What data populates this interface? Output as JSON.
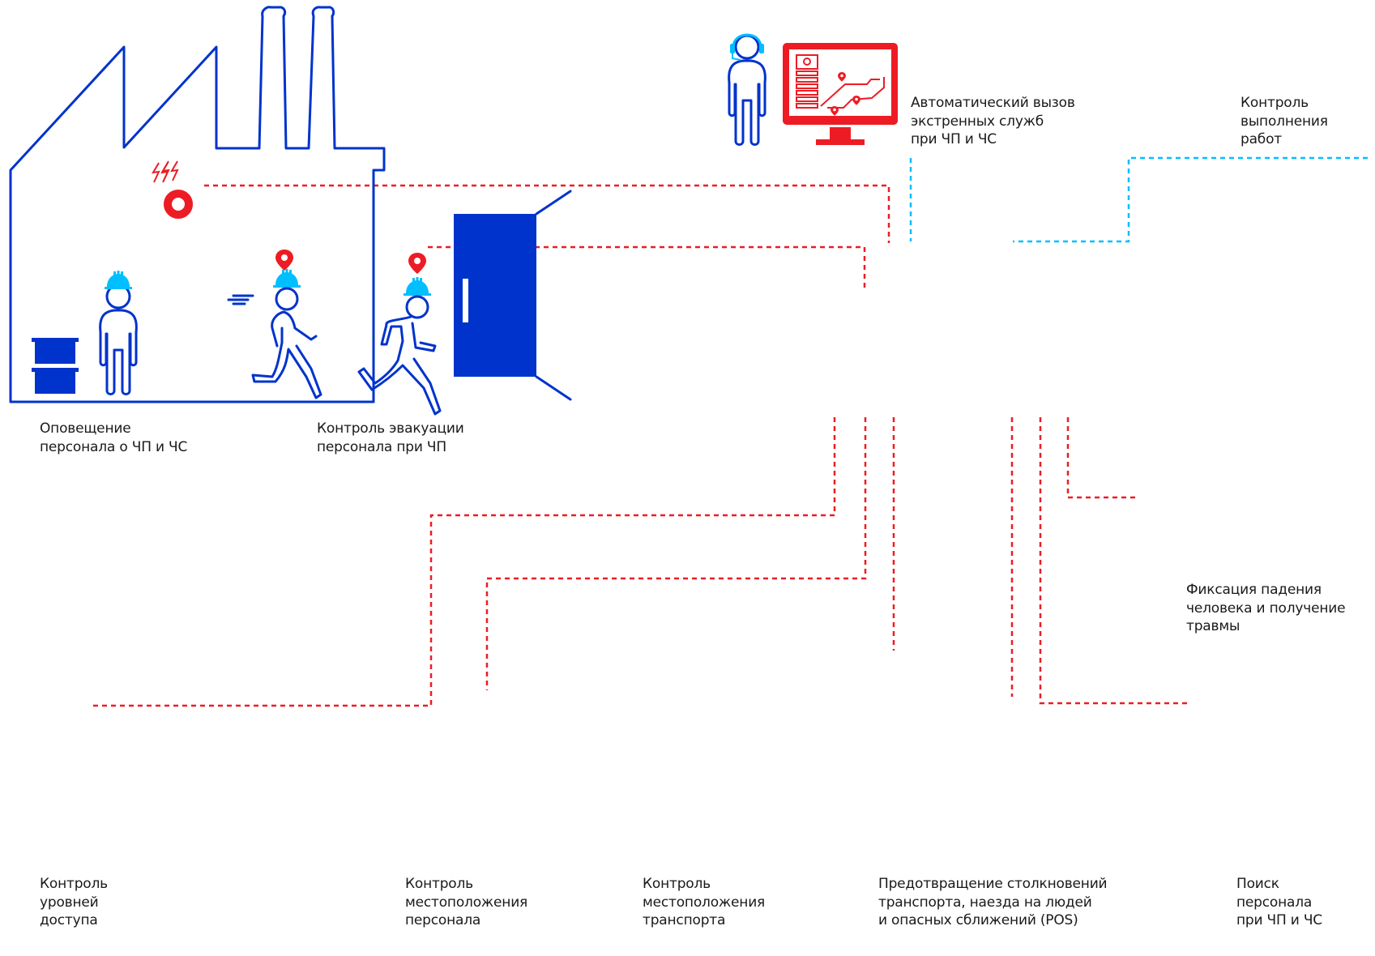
{
  "colors": {
    "primary_blue": "#0033cc",
    "accent_light_blue": "#00bfff",
    "alert_red": "#ed1c24",
    "text": "#1a1a1a"
  },
  "labels": {
    "notification": [
      "Оповещение",
      "персонала о ЧП и ЧС"
    ],
    "evacuation": [
      "Контроль эвакуации",
      "персонала при ЧП"
    ],
    "emergency_call": [
      "Автоматический вызов",
      "экстренных служб",
      "при ЧП и ЧС"
    ],
    "work_control": [
      "Контроль",
      "выполнения",
      "работ"
    ],
    "fall_detection": [
      "Фиксация падения",
      "человека и получение",
      "травмы"
    ],
    "access_control": [
      "Контроль",
      "уровней",
      "доступа"
    ],
    "personnel_location": [
      "Контроль",
      "местоположения",
      "персонала"
    ],
    "vehicle_location": [
      "Контроль",
      "местоположения",
      "транспорта"
    ],
    "collision_prevention": [
      "Предотвращение столкновений",
      "транспорта, наезда на людей",
      "и опасных сближений (POS)"
    ],
    "personnel_search": [
      "Поиск",
      "персонала",
      "при ЧП и ЧС"
    ]
  },
  "icons": [
    "factory-building-icon",
    "alarm-siren-icon",
    "evacuation-door-icon",
    "worker-icon",
    "running-worker-icon",
    "location-pin-icon",
    "dispatcher-operator-icon",
    "server-rack-icon",
    "headset-operator-icon",
    "monitor-map-icon",
    "manager-icon",
    "tablet-icon",
    "warehouse-building-icon",
    "radio-beacon-icon",
    "walkie-talkie-icon",
    "barrel-icon",
    "dump-truck-icon",
    "lightning-warning-icon",
    "injured-worker-icon",
    "mine-cave-icon",
    "miner-pickaxe-icon"
  ]
}
